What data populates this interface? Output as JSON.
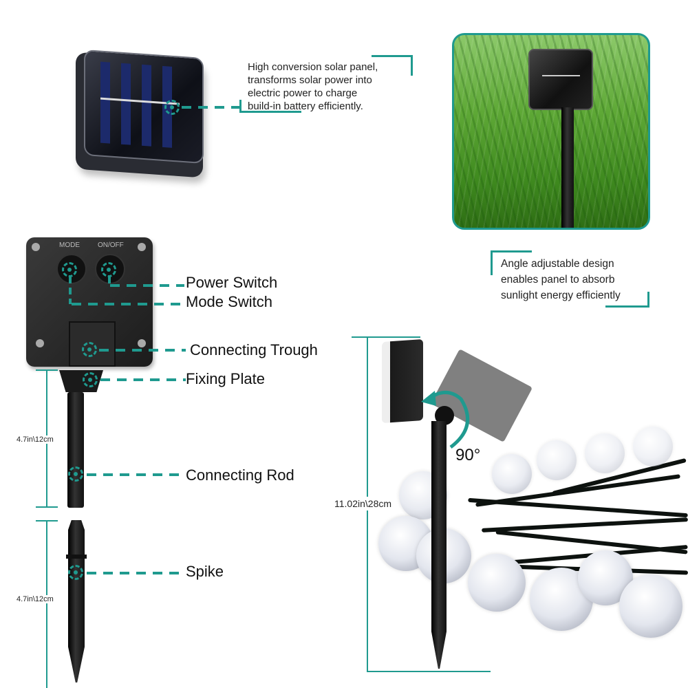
{
  "solar_panel_callout": {
    "text_lines": [
      "High conversion solar panel,",
      "transforms solar power into",
      "electric power to charge",
      "build-in battery efficiently."
    ]
  },
  "angle_callout": {
    "text_lines": [
      "Angle adjustable design",
      "enables panel to absorb",
      "sunlight energy efficiently"
    ]
  },
  "control_box": {
    "button_labels": [
      "MODE",
      "ON/OFF"
    ]
  },
  "parts": [
    {
      "label": "Power Switch"
    },
    {
      "label": "Mode Switch"
    },
    {
      "label": "Connecting Trough"
    },
    {
      "label": "Fixing Plate"
    },
    {
      "label": "Connecting Rod"
    },
    {
      "label": "Spike"
    }
  ],
  "dimensions": {
    "rod_length": "4.7in\\12cm",
    "spike_length": "4.7in\\12cm",
    "total_height": "11.02in\\28cm",
    "rotation_angle": "90°"
  },
  "colors": {
    "accent": "#1f9a8f",
    "grass": "#4f9c2a"
  }
}
